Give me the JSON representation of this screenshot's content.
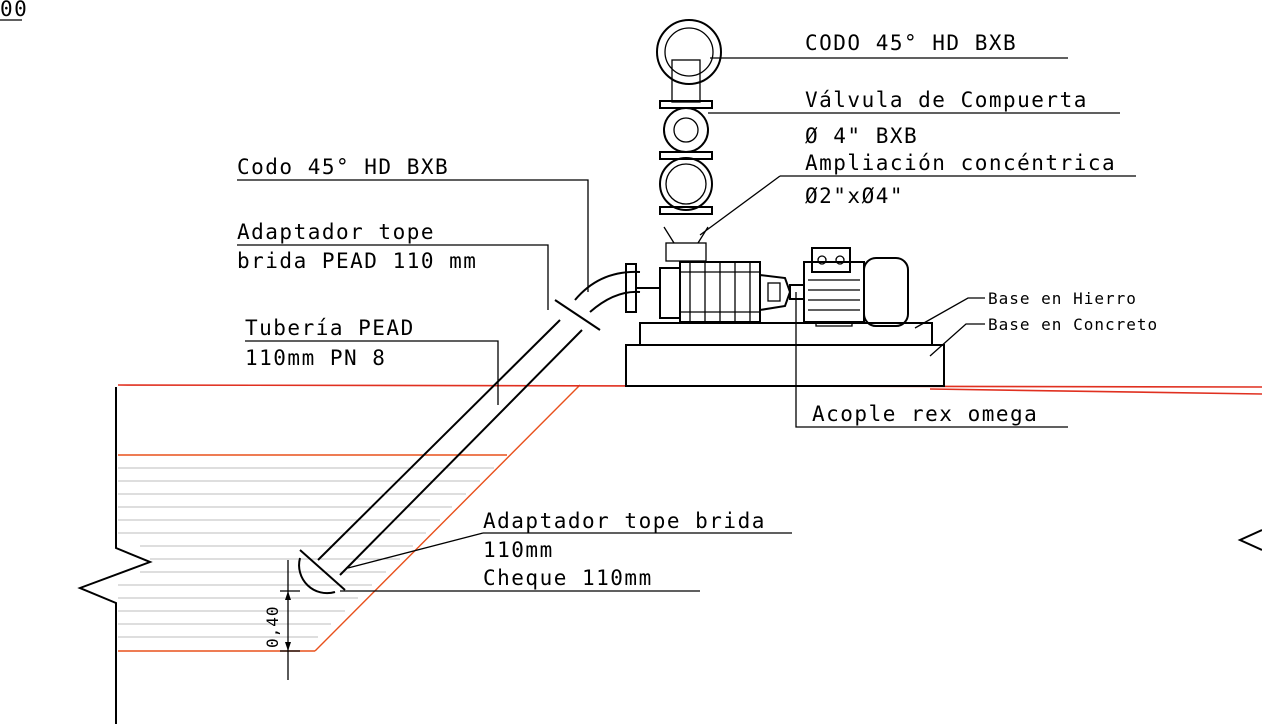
{
  "labels": {
    "corner_fragment": "00",
    "codo_top": "CODO 45° HD BXB",
    "valvula_1": "Válvula de Compuerta",
    "valvula_2": "Ø 4\" BXB",
    "ampliacion_1": "Ampliación concéntrica",
    "ampliacion_2": "Ø2\"xØ4\"",
    "codo_left": "Codo 45° HD BXB",
    "adaptador_1": "Adaptador tope",
    "adaptador_2": "brida PEAD 110 mm",
    "tuberia_1": "Tubería PEAD",
    "tuberia_2": "110mm PN 8",
    "base_hierro": "Base en Hierro",
    "base_concreto": "Base en Concreto",
    "acople": "Acople rex omega",
    "adaptador_bottom_1": "Adaptador tope brida",
    "adaptador_bottom_2": "110mm",
    "cheque": "Cheque 110mm",
    "dimension": "0,40"
  },
  "colors": {
    "line": "#000000",
    "ground_line": "#e03020",
    "slope_line": "#e8501c",
    "water_lines": "#bdbdbd"
  }
}
